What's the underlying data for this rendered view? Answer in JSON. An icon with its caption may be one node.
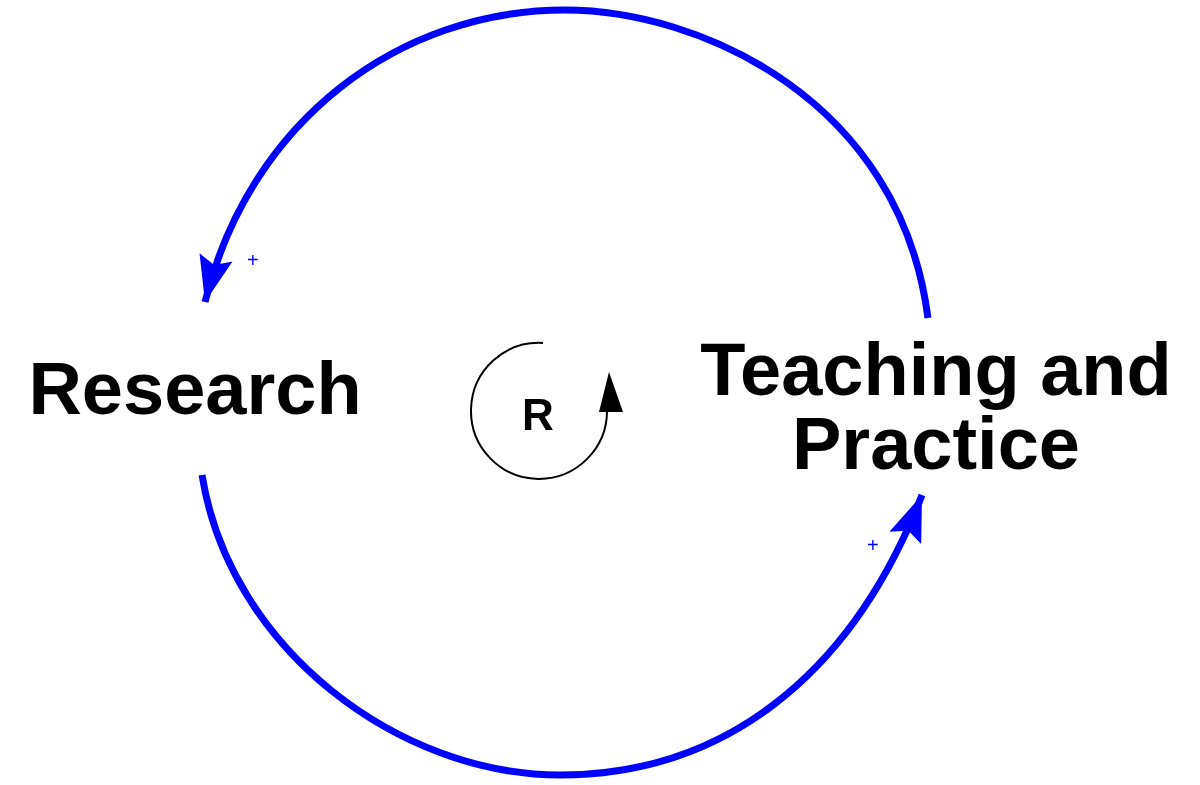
{
  "diagram": {
    "nodes": [
      {
        "text": [
          "Research"
        ]
      },
      {
        "text": [
          "Teaching and Practice"
        ]
      }
    ],
    "edges": [
      {
        "from": 1,
        "to": 0,
        "arrow": "to",
        "label": "+"
      },
      {
        "from": 0,
        "to": 1,
        "arrow": "to",
        "label": "+"
      }
    ],
    "labels": [
      "R"
    ]
  }
}
